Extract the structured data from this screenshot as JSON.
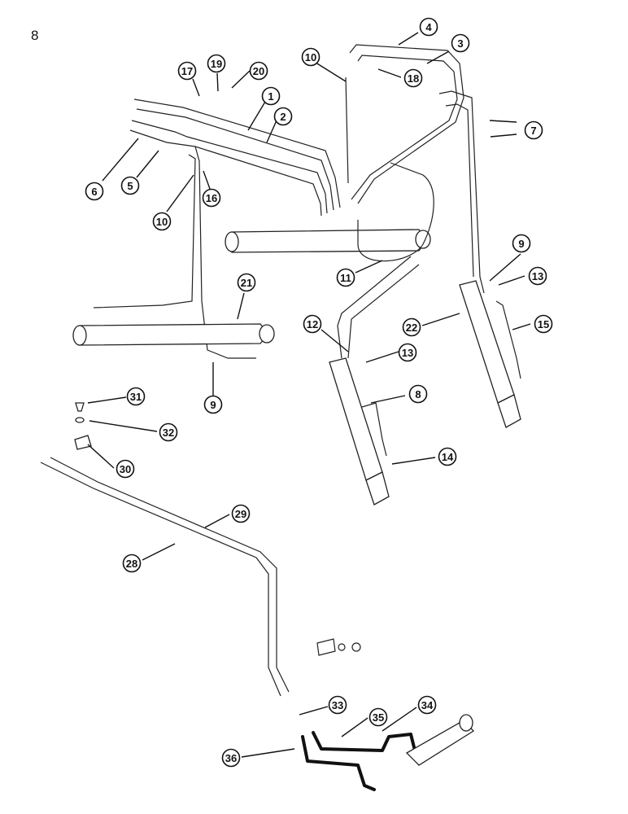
{
  "page_label": "8",
  "callouts": [
    {
      "id": "c1",
      "label": "1"
    },
    {
      "id": "c2",
      "label": "2"
    },
    {
      "id": "c3",
      "label": "3"
    },
    {
      "id": "c4",
      "label": "4"
    },
    {
      "id": "c5",
      "label": "5"
    },
    {
      "id": "c6",
      "label": "6"
    },
    {
      "id": "c7",
      "label": "7"
    },
    {
      "id": "c8",
      "label": "8"
    },
    {
      "id": "c9a",
      "label": "9"
    },
    {
      "id": "c9b",
      "label": "9"
    },
    {
      "id": "c10a",
      "label": "10"
    },
    {
      "id": "c10b",
      "label": "10"
    },
    {
      "id": "c11",
      "label": "11"
    },
    {
      "id": "c12",
      "label": "12"
    },
    {
      "id": "c13a",
      "label": "13"
    },
    {
      "id": "c13b",
      "label": "13"
    },
    {
      "id": "c14",
      "label": "14"
    },
    {
      "id": "c15",
      "label": "15"
    },
    {
      "id": "c16",
      "label": "16"
    },
    {
      "id": "c17",
      "label": "17"
    },
    {
      "id": "c18",
      "label": "18"
    },
    {
      "id": "c19",
      "label": "19"
    },
    {
      "id": "c20",
      "label": "20"
    },
    {
      "id": "c21",
      "label": "21"
    },
    {
      "id": "c22",
      "label": "22"
    },
    {
      "id": "c28",
      "label": "28"
    },
    {
      "id": "c29",
      "label": "29"
    },
    {
      "id": "c30",
      "label": "30"
    },
    {
      "id": "c31",
      "label": "31"
    },
    {
      "id": "c32",
      "label": "32"
    },
    {
      "id": "c33",
      "label": "33"
    },
    {
      "id": "c34",
      "label": "34"
    },
    {
      "id": "c35",
      "label": "35"
    },
    {
      "id": "c36",
      "label": "36"
    }
  ]
}
